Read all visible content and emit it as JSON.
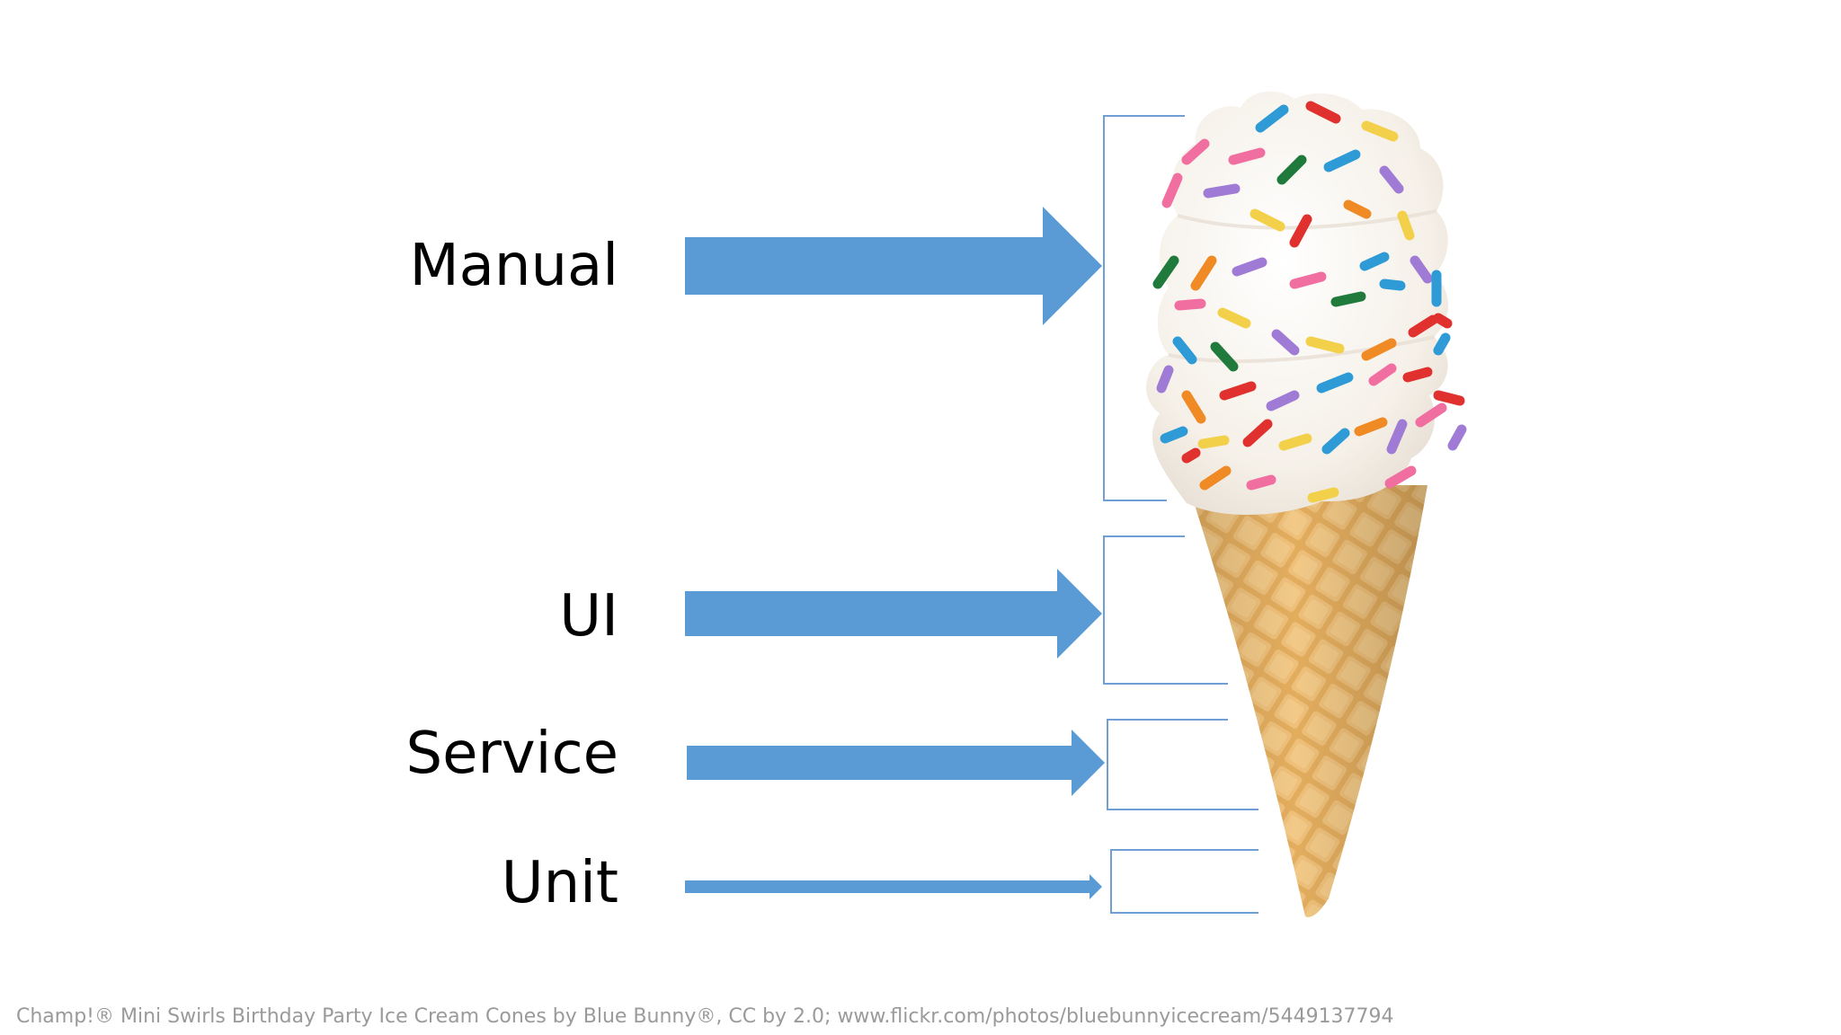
{
  "slide": {
    "layers": [
      {
        "label": "Manual"
      },
      {
        "label": "UI"
      },
      {
        "label": "Service"
      },
      {
        "label": "Unit"
      }
    ],
    "caption": "Champ!® Mini Swirls Birthday Party Ice Cream Cones by Blue Bunny®, CC by 2.0; www.flickr.com/photos/bluebunnyicecream/5449137794"
  },
  "colors": {
    "arrow": "#5b9bd5",
    "bracket": "#6f9fd4",
    "cone": "#e0aa5a",
    "cream": "#f6f1ea"
  }
}
